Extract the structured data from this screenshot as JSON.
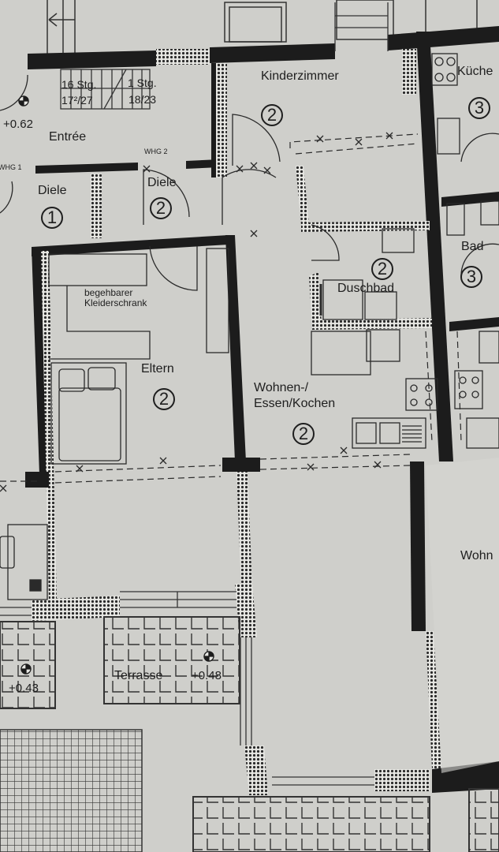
{
  "plan": {
    "type": "apartment floor plan (photo of printout)",
    "colors": {
      "paper": "#cfcfcb",
      "wall": "#1c1c1c",
      "line": "#2a2a2a",
      "hatch": "#3a3a3a"
    }
  },
  "stairs": {
    "label_left": "16 Stg.",
    "label_right": "1 Stg.",
    "ratio_left": "17²/27",
    "ratio_right": "18/23"
  },
  "rooms": [
    {
      "id": "entree",
      "name": "Entrée",
      "unit": ""
    },
    {
      "id": "diele1",
      "name": "Diele",
      "unit": "1"
    },
    {
      "id": "diele2",
      "name": "Diele",
      "unit": "2"
    },
    {
      "id": "kinderzimmer",
      "name": "Kinderzimmer",
      "unit": "2"
    },
    {
      "id": "kueche3",
      "name": "Küche",
      "unit": "3"
    },
    {
      "id": "bad3",
      "name": "Bad",
      "unit": "3"
    },
    {
      "id": "duschbad",
      "name": "Duschbad",
      "unit": "2"
    },
    {
      "id": "eltern",
      "name": "Eltern",
      "unit": "2"
    },
    {
      "id": "wohnen",
      "name_line1": "Wohnen-/",
      "name_line2": "Essen/Kochen",
      "unit": "2"
    },
    {
      "id": "wohn_right",
      "name": "Wohn"
    },
    {
      "id": "terrasse",
      "name": "Terrasse"
    }
  ],
  "annotations": {
    "closet_line1": "begehbarer",
    "closet_line2": "Kleiderschrank",
    "whg1": "WHG 1",
    "whg2": "WHG 2",
    "level_entree": "+0.62",
    "level_terrasse": "+0.48",
    "level_left": "+0.43"
  }
}
